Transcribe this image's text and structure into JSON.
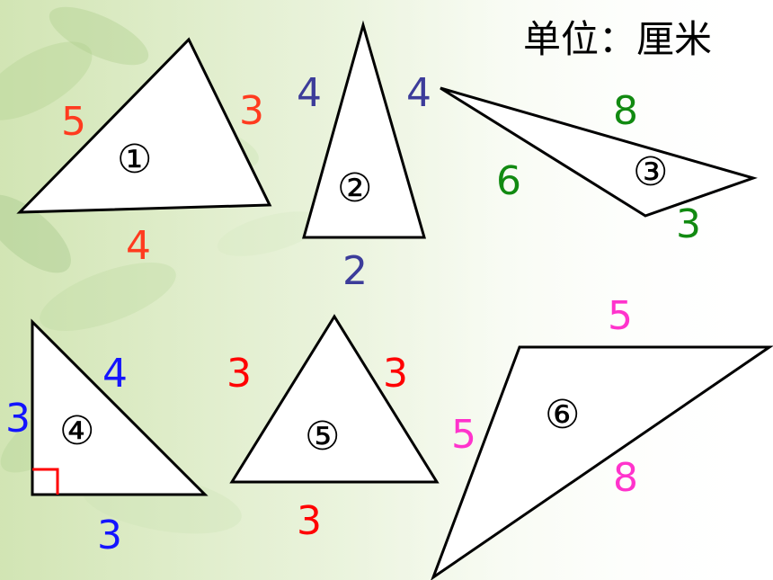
{
  "unit_label": "单位：厘米",
  "colors": {
    "red": "#ff0000",
    "orange_red": "#ff3b1f",
    "indigo": "#3c3c9a",
    "green": "#118a11",
    "blue": "#1414ff",
    "magenta": "#ff33cc"
  },
  "triangles": [
    {
      "label": "①",
      "sides": [
        "5",
        "3",
        "4"
      ]
    },
    {
      "label": "②",
      "sides": [
        "4",
        "4",
        "2"
      ]
    },
    {
      "label": "③",
      "sides": [
        "8",
        "6",
        "3"
      ]
    },
    {
      "label": "④",
      "sides": [
        "4",
        "3",
        "3"
      ],
      "right_angle": true
    },
    {
      "label": "⑤",
      "sides": [
        "3",
        "3",
        "3"
      ]
    },
    {
      "label": "⑥",
      "sides": [
        "5",
        "5",
        "8"
      ]
    }
  ]
}
